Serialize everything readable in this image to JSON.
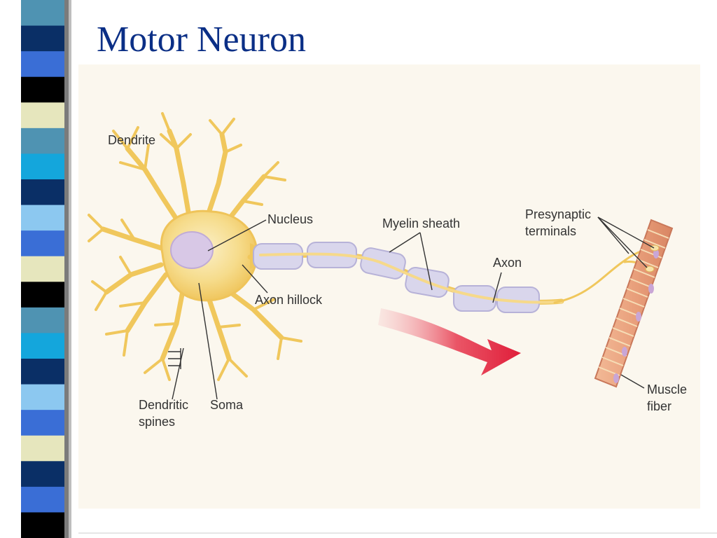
{
  "slide": {
    "title": "Motor Neuron"
  },
  "colors": {
    "title": "#0b2f86",
    "stripe_navy": "#0a2f66",
    "stripe_light_blue": "#8cc8f0",
    "stripe_royal_blue": "#3a6ed6",
    "stripe_black": "#000000",
    "stripe_cream": "#e6e6bd",
    "stripe_steel": "#4f93b2",
    "stripe_cyan": "#14a6dc",
    "figure_background": "#fbf7ee",
    "neuron": "#f3cf6a",
    "myelin": "#d9d6ec",
    "muscle": "#e9a07c",
    "arrow": "#e01e3a"
  },
  "diagram": {
    "labels": {
      "dendrite": "Dendrite",
      "nucleus": "Nucleus",
      "myelin_sheath": "Myelin sheath",
      "presynaptic_line1": "Presynaptic",
      "presynaptic_line2": "terminals",
      "axon": "Axon",
      "axon_hillock": "Axon hillock",
      "dendritic_line1": "Dendritic",
      "dendritic_line2": "spines",
      "soma": "Soma",
      "muscle_line1": "Muscle",
      "muscle_line2": "fiber"
    }
  }
}
